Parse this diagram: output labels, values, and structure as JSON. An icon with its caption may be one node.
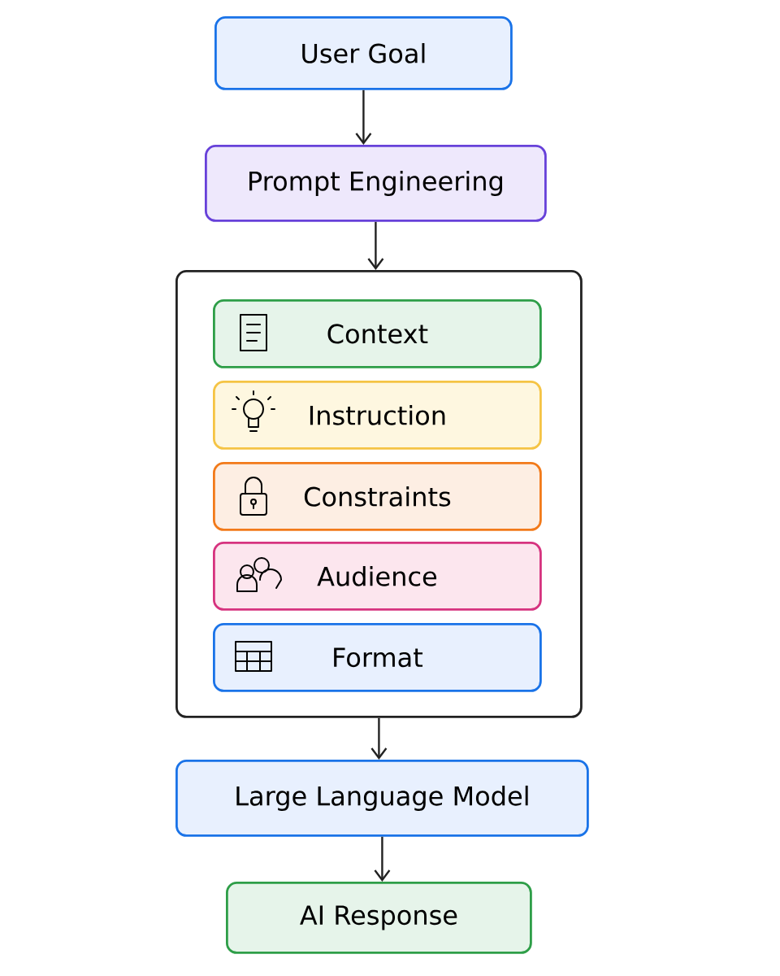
{
  "diagram": {
    "nodes": [
      {
        "text": [
          "User Goal"
        ]
      },
      {
        "text": [
          "Prompt Engineering"
        ]
      },
      {
        "text": [],
        "shape": "box"
      },
      {
        "text": [
          "Context"
        ],
        "in": 2
      },
      {
        "text": [
          "Instruction"
        ],
        "in": 2
      },
      {
        "text": [
          "Constraints"
        ],
        "in": 2
      },
      {
        "text": [
          "Audience"
        ],
        "in": 2
      },
      {
        "text": [
          "Format"
        ],
        "in": 2
      },
      {
        "text": [
          "Large Language Model"
        ]
      },
      {
        "text": [
          "AI Response"
        ]
      }
    ],
    "edges": [
      {
        "from": 0,
        "to": 1,
        "arrow": "to"
      },
      {
        "from": 1,
        "to": 2,
        "arrow": "to"
      },
      {
        "from": 2,
        "to": 8,
        "arrow": "to"
      },
      {
        "from": 8,
        "to": 9,
        "arrow": "to"
      }
    ]
  }
}
